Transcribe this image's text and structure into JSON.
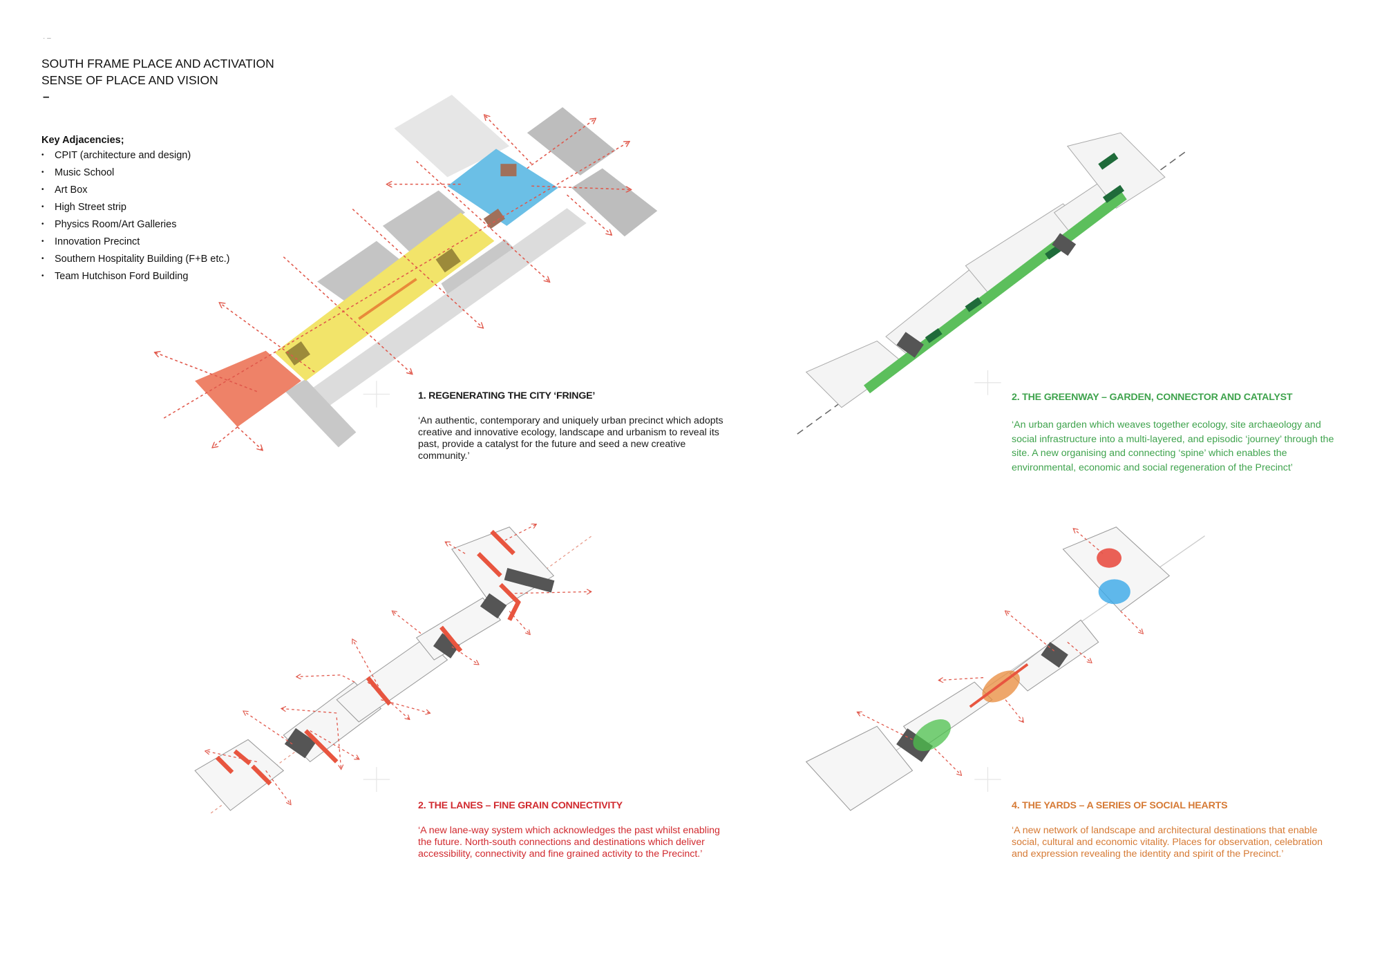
{
  "header": {
    "marker": "· –",
    "title_line1": "SOUTH FRAME PLACE AND ACTIVATION",
    "title_line2": "SENSE OF PLACE AND VISION",
    "dash": "–"
  },
  "key_adjacencies": {
    "heading": "Key Adjacencies;",
    "items": [
      "CPIT (architecture and design)",
      "Music School",
      "Art Box",
      "High Street strip",
      "Physics Room/Art Galleries",
      "Innovation Precinct",
      "Southern Hospitality Building (F+B etc.)",
      "Team Hutchison Ford Building"
    ]
  },
  "panels": [
    {
      "heading": "1. REGENERATING THE CITY ‘FRINGE’",
      "body": "‘An authentic, contemporary and uniquely urban precinct which adopts creative and innovative ecology, landscape and urbanism to reveal its past, provide a catalyst for the future and seed a new creative community.’",
      "color": "#1a1a1a"
    },
    {
      "heading": "2. THE GREENWAY – GARDEN, CONNECTOR AND CATALYST",
      "body": "‘An urban garden which weaves together ecology, site archaeology and social infrastructure into a multi-layered, and episodic ‘journey’ through the site.  A new organising and connecting ‘spine’ which enables the environmental, economic and social regeneration of the Precinct’",
      "color": "#3fa34d"
    },
    {
      "heading": "2. THE LANES –  FINE GRAIN CONNECTIVITY",
      "body": "‘A new lane-way system which acknowledges the past whilst enabling the future. North-south connections and destinations which deliver accessibility, connectivity and fine grained activity to the Precinct.’",
      "color": "#d12a2f"
    },
    {
      "heading": "4. THE YARDS – A SERIES OF SOCIAL HEARTS",
      "body": "‘A new network of landscape and architectural destinations that enable social, cultural and economic vitality. Places for observation, celebration and expression revealing the identity and spirit of the Precinct.’",
      "color": "#d67a35"
    }
  ]
}
